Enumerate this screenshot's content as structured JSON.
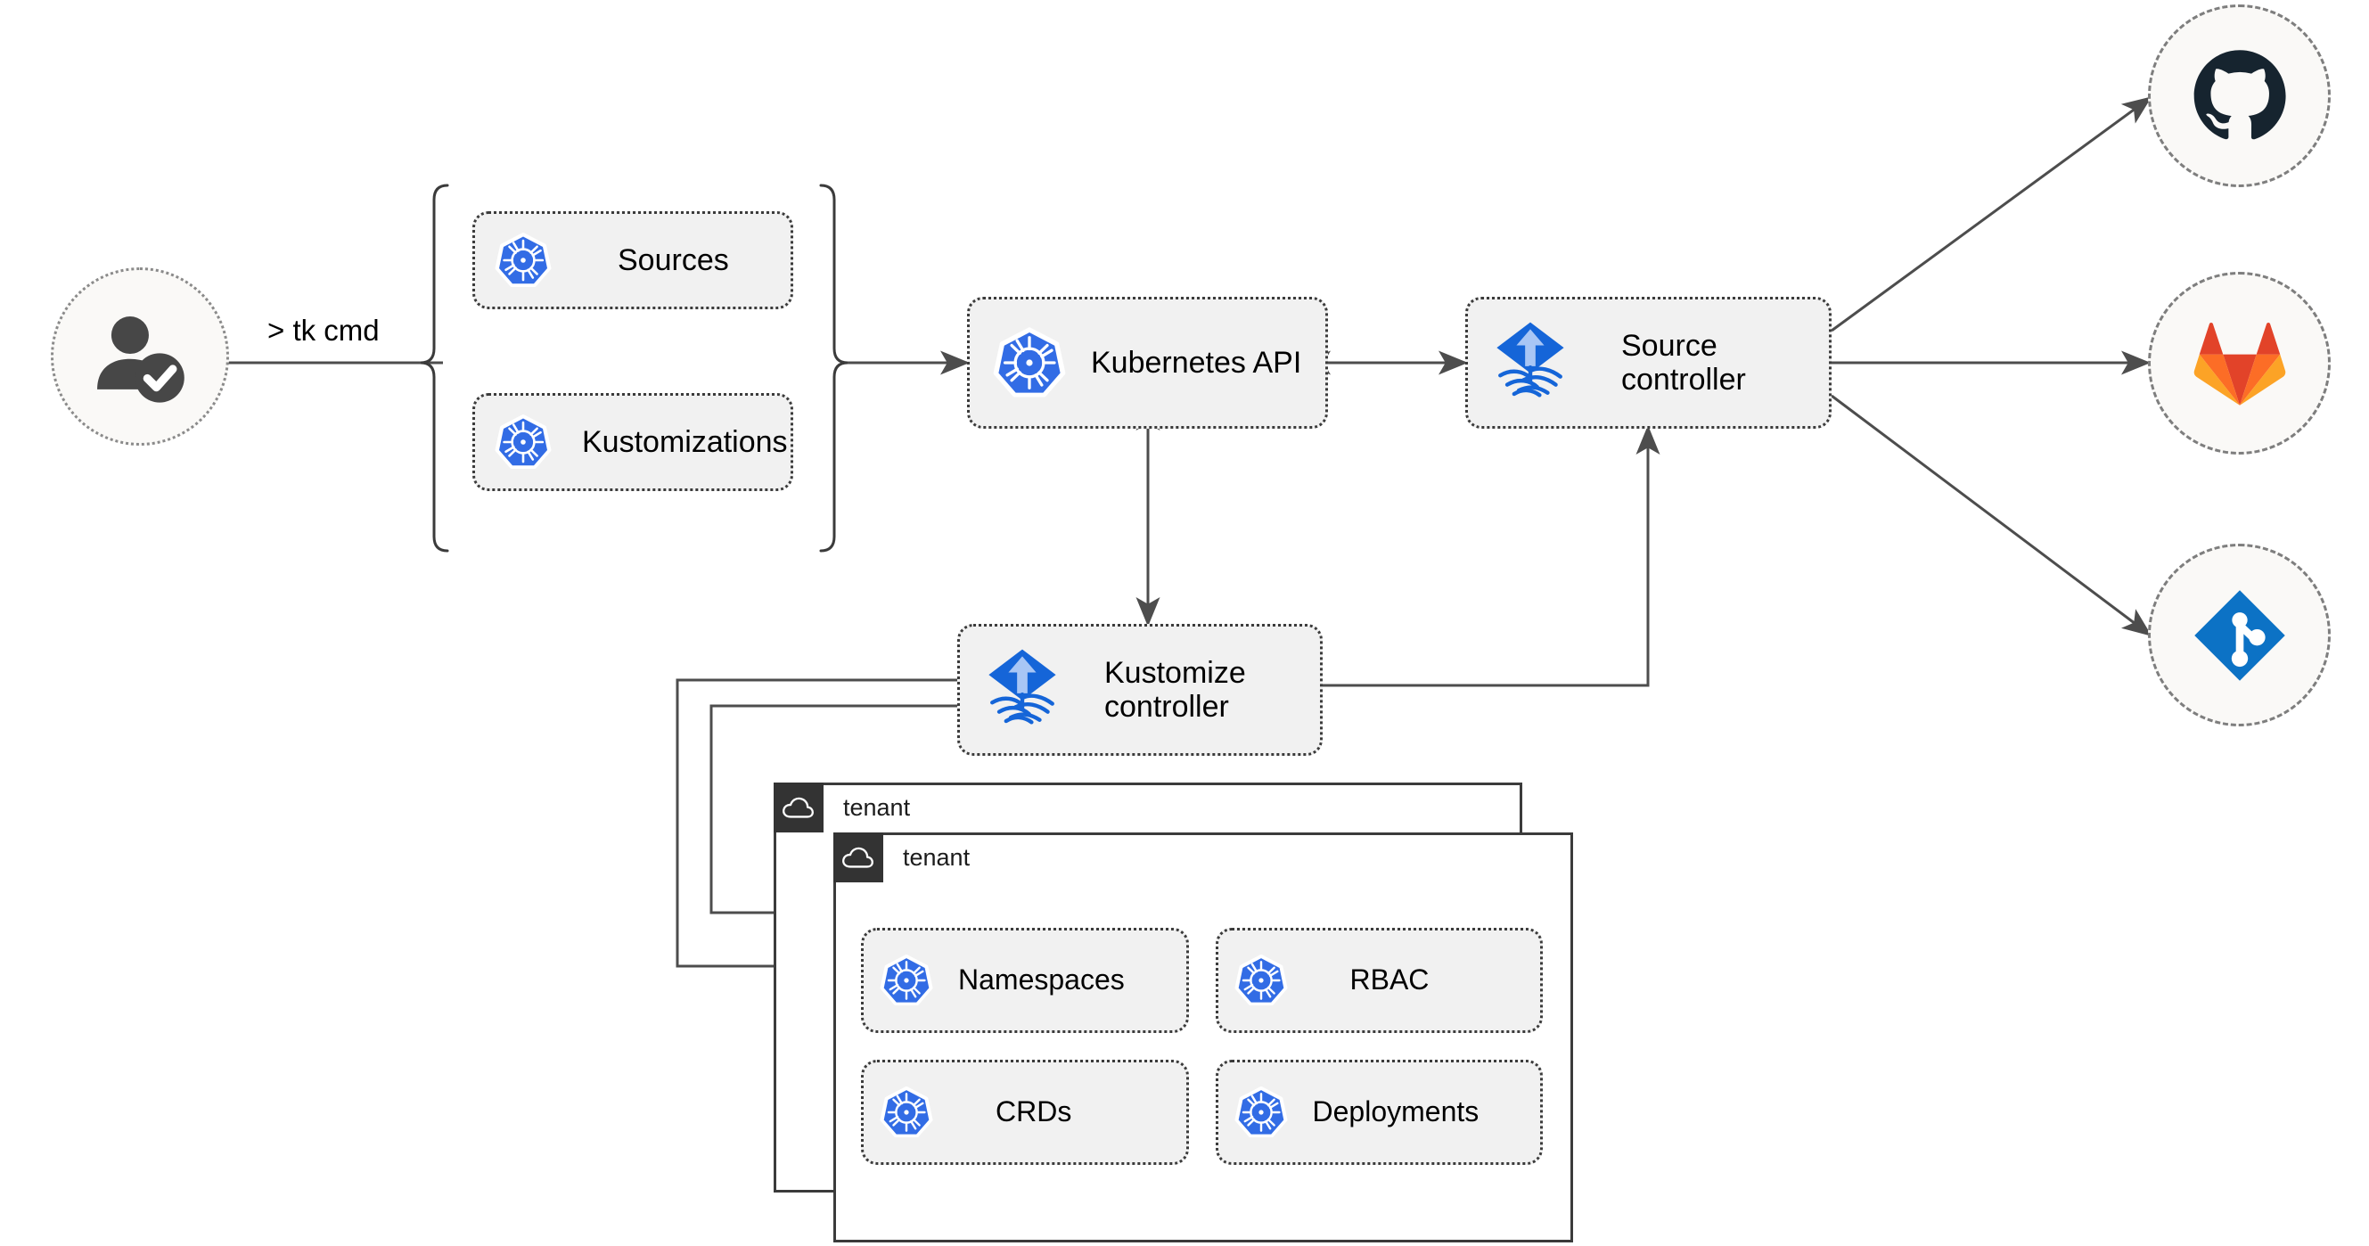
{
  "diagram": {
    "title": "Flux multi-tenancy GitOps flow",
    "colors": {
      "k8s_blue": "#326CE5",
      "flux_blue": "#1565D8",
      "flux_arrow": "#A8C6F5",
      "github_dark": "#16242F",
      "gitlab_red": "#E24329",
      "gitlab_orange": "#FC6D26",
      "gitlab_light": "#FCA326",
      "azure_blue": "#0C72C5",
      "edge": "#4d4d4d",
      "node_fill": "#f1f1f1",
      "node_border": "#3b3b3b",
      "tenant_bar": "#333333"
    },
    "actor": {
      "name": "verified-user",
      "icon": "user-check-icon"
    },
    "command": {
      "label": "> tk cmd"
    },
    "crd_group": {
      "items": [
        {
          "label": "Sources",
          "icon": "kubernetes-icon"
        },
        {
          "label": "Kustomizations",
          "icon": "kubernetes-icon"
        }
      ]
    },
    "cluster": {
      "api": {
        "label": "Kubernetes API",
        "icon": "kubernetes-icon"
      },
      "source_controller": {
        "label": "Source\ncontroller",
        "icon": "flux-icon"
      },
      "kustomize_controller": {
        "label": "Kustomize\ncontroller",
        "icon": "flux-icon"
      }
    },
    "tenants": [
      {
        "name": "tenant",
        "icon": "cloud-icon",
        "resources": []
      },
      {
        "name": "tenant",
        "icon": "cloud-icon",
        "resources": [
          {
            "label": "Namespaces",
            "icon": "kubernetes-icon"
          },
          {
            "label": "RBAC",
            "icon": "kubernetes-icon"
          },
          {
            "label": "CRDs",
            "icon": "kubernetes-icon"
          },
          {
            "label": "Deployments",
            "icon": "kubernetes-icon"
          }
        ]
      }
    ],
    "git_providers": [
      {
        "name": "github",
        "icon": "github-icon"
      },
      {
        "name": "gitlab",
        "icon": "gitlab-icon"
      },
      {
        "name": "azure-devops-git",
        "icon": "git-diamond-icon"
      }
    ]
  }
}
